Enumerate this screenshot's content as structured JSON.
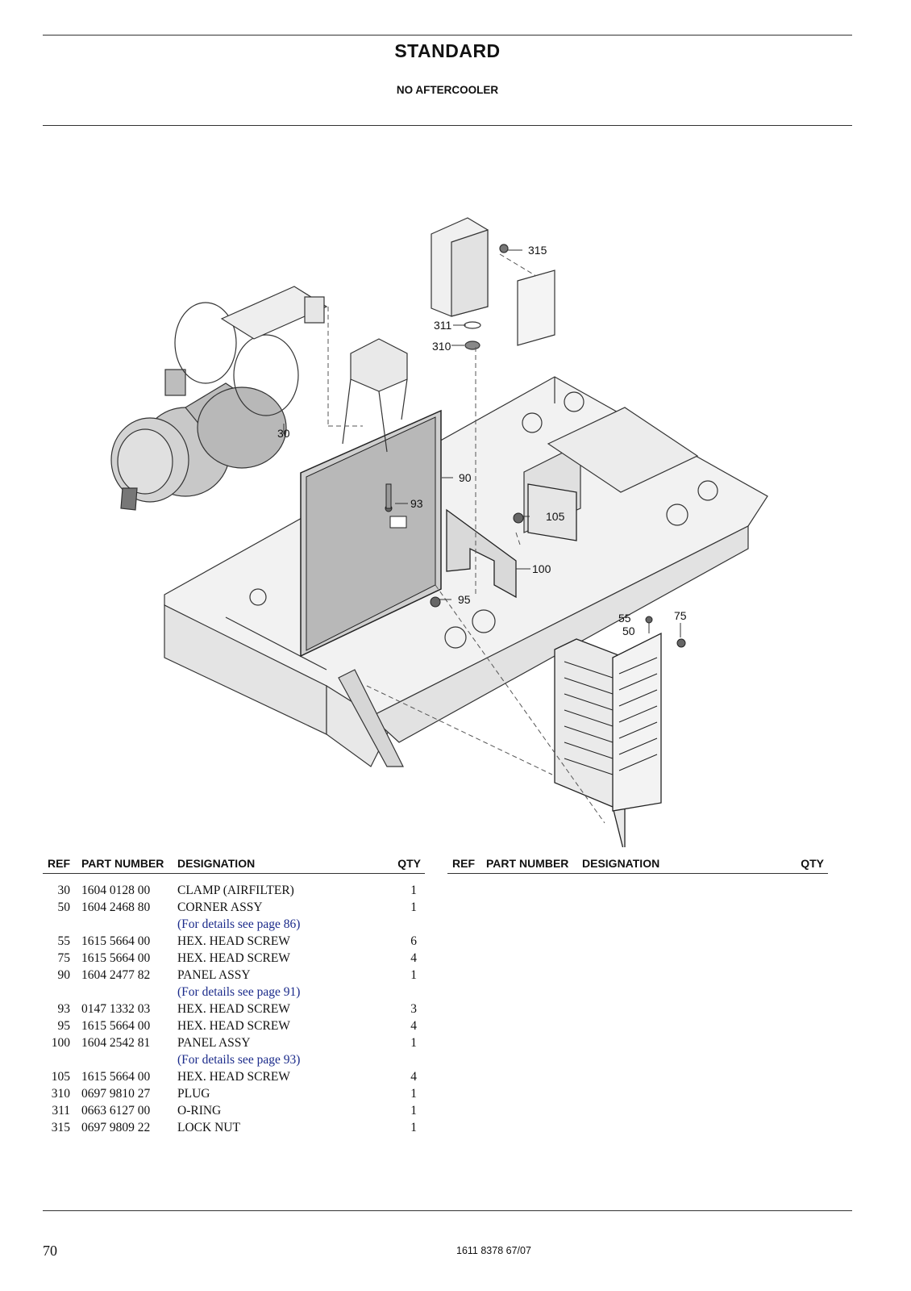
{
  "header": {
    "title": "STANDARD",
    "subtitle": "NO AFTERCOOLER"
  },
  "drawing": {
    "callouts": [
      "315",
      "311",
      "310",
      "30",
      "90",
      "93",
      "105",
      "100",
      "95",
      "55",
      "50",
      "75"
    ]
  },
  "table_headers": {
    "ref": "REF",
    "part_number": "PART NUMBER",
    "designation": "DESIGNATION",
    "qty": "QTY"
  },
  "parts": [
    {
      "ref": "30",
      "part_number": "1604 0128 00",
      "designation": "CLAMP (AIRFILTER)",
      "qty": "1"
    },
    {
      "ref": "50",
      "part_number": "1604 2468 80",
      "designation": "CORNER ASSY",
      "qty": "1"
    },
    {
      "ref": "",
      "part_number": "",
      "designation": "(For details see page 86)",
      "qty": "",
      "note": true
    },
    {
      "ref": "55",
      "part_number": "1615 5664 00",
      "designation": "HEX. HEAD SCREW",
      "qty": "6"
    },
    {
      "ref": "75",
      "part_number": "1615 5664 00",
      "designation": "HEX. HEAD SCREW",
      "qty": "4"
    },
    {
      "ref": "90",
      "part_number": "1604 2477 82",
      "designation": "PANEL ASSY",
      "qty": "1"
    },
    {
      "ref": "",
      "part_number": "",
      "designation": "(For details see page 91)",
      "qty": "",
      "note": true
    },
    {
      "ref": "93",
      "part_number": "0147 1332 03",
      "designation": "HEX. HEAD SCREW",
      "qty": "3"
    },
    {
      "ref": "95",
      "part_number": "1615 5664 00",
      "designation": "HEX. HEAD SCREW",
      "qty": "4"
    },
    {
      "ref": "100",
      "part_number": "1604 2542 81",
      "designation": "PANEL ASSY",
      "qty": "1"
    },
    {
      "ref": "",
      "part_number": "",
      "designation": "(For details see page 93)",
      "qty": "",
      "note": true
    },
    {
      "ref": "105",
      "part_number": "1615 5664 00",
      "designation": "HEX. HEAD SCREW",
      "qty": "4"
    },
    {
      "ref": "310",
      "part_number": "0697 9810 27",
      "designation": "PLUG",
      "qty": "1"
    },
    {
      "ref": "311",
      "part_number": "0663 6127 00",
      "designation": "O-RING",
      "qty": "1"
    },
    {
      "ref": "315",
      "part_number": "0697 9809 22",
      "designation": "LOCK NUT",
      "qty": "1"
    }
  ],
  "footer": {
    "page_number": "70",
    "doc_number": "1611 8378 67/07"
  }
}
